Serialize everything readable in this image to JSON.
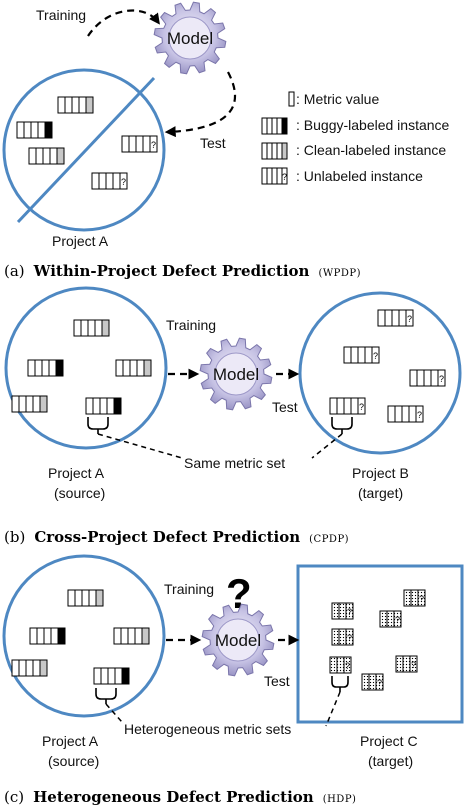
{
  "panel_a": {
    "training": "Training",
    "test": "Test",
    "model": "Model",
    "project": "Project A",
    "legend": {
      "metric_value": ": Metric value",
      "buggy": ": Buggy-labeled instance",
      "clean": ": Clean-labeled instance",
      "unlabeled": ": Unlabeled instance"
    },
    "caption": {
      "prefix": "(a)",
      "title": "Within-Project Defect Prediction",
      "abbr": "(WPDP)"
    }
  },
  "panel_b": {
    "training": "Training",
    "test": "Test",
    "model": "Model",
    "source_name": "Project A",
    "source_role": "(source)",
    "target_name": "Project B",
    "target_role": "(target)",
    "metric_note": "Same metric set",
    "caption": {
      "prefix": "(b)",
      "title": "Cross-Project Defect Prediction",
      "abbr": "(CPDP)"
    }
  },
  "panel_c": {
    "training": "Training",
    "test": "Test",
    "model": "Model",
    "question": "?",
    "source_name": "Project A",
    "source_role": "(source)",
    "target_name": "Project C",
    "target_role": "(target)",
    "metric_note": "Heterogeneous metric sets",
    "caption": {
      "prefix": "(c)",
      "title": "Heterogeneous Defect Prediction",
      "abbr": "(HDP)"
    }
  },
  "unlabeled_mark": "?",
  "colors": {
    "project_ring": "#4e88c2",
    "gear": "#b8b4dc",
    "buggy": "#000000",
    "clean": "#c8c8c8"
  }
}
